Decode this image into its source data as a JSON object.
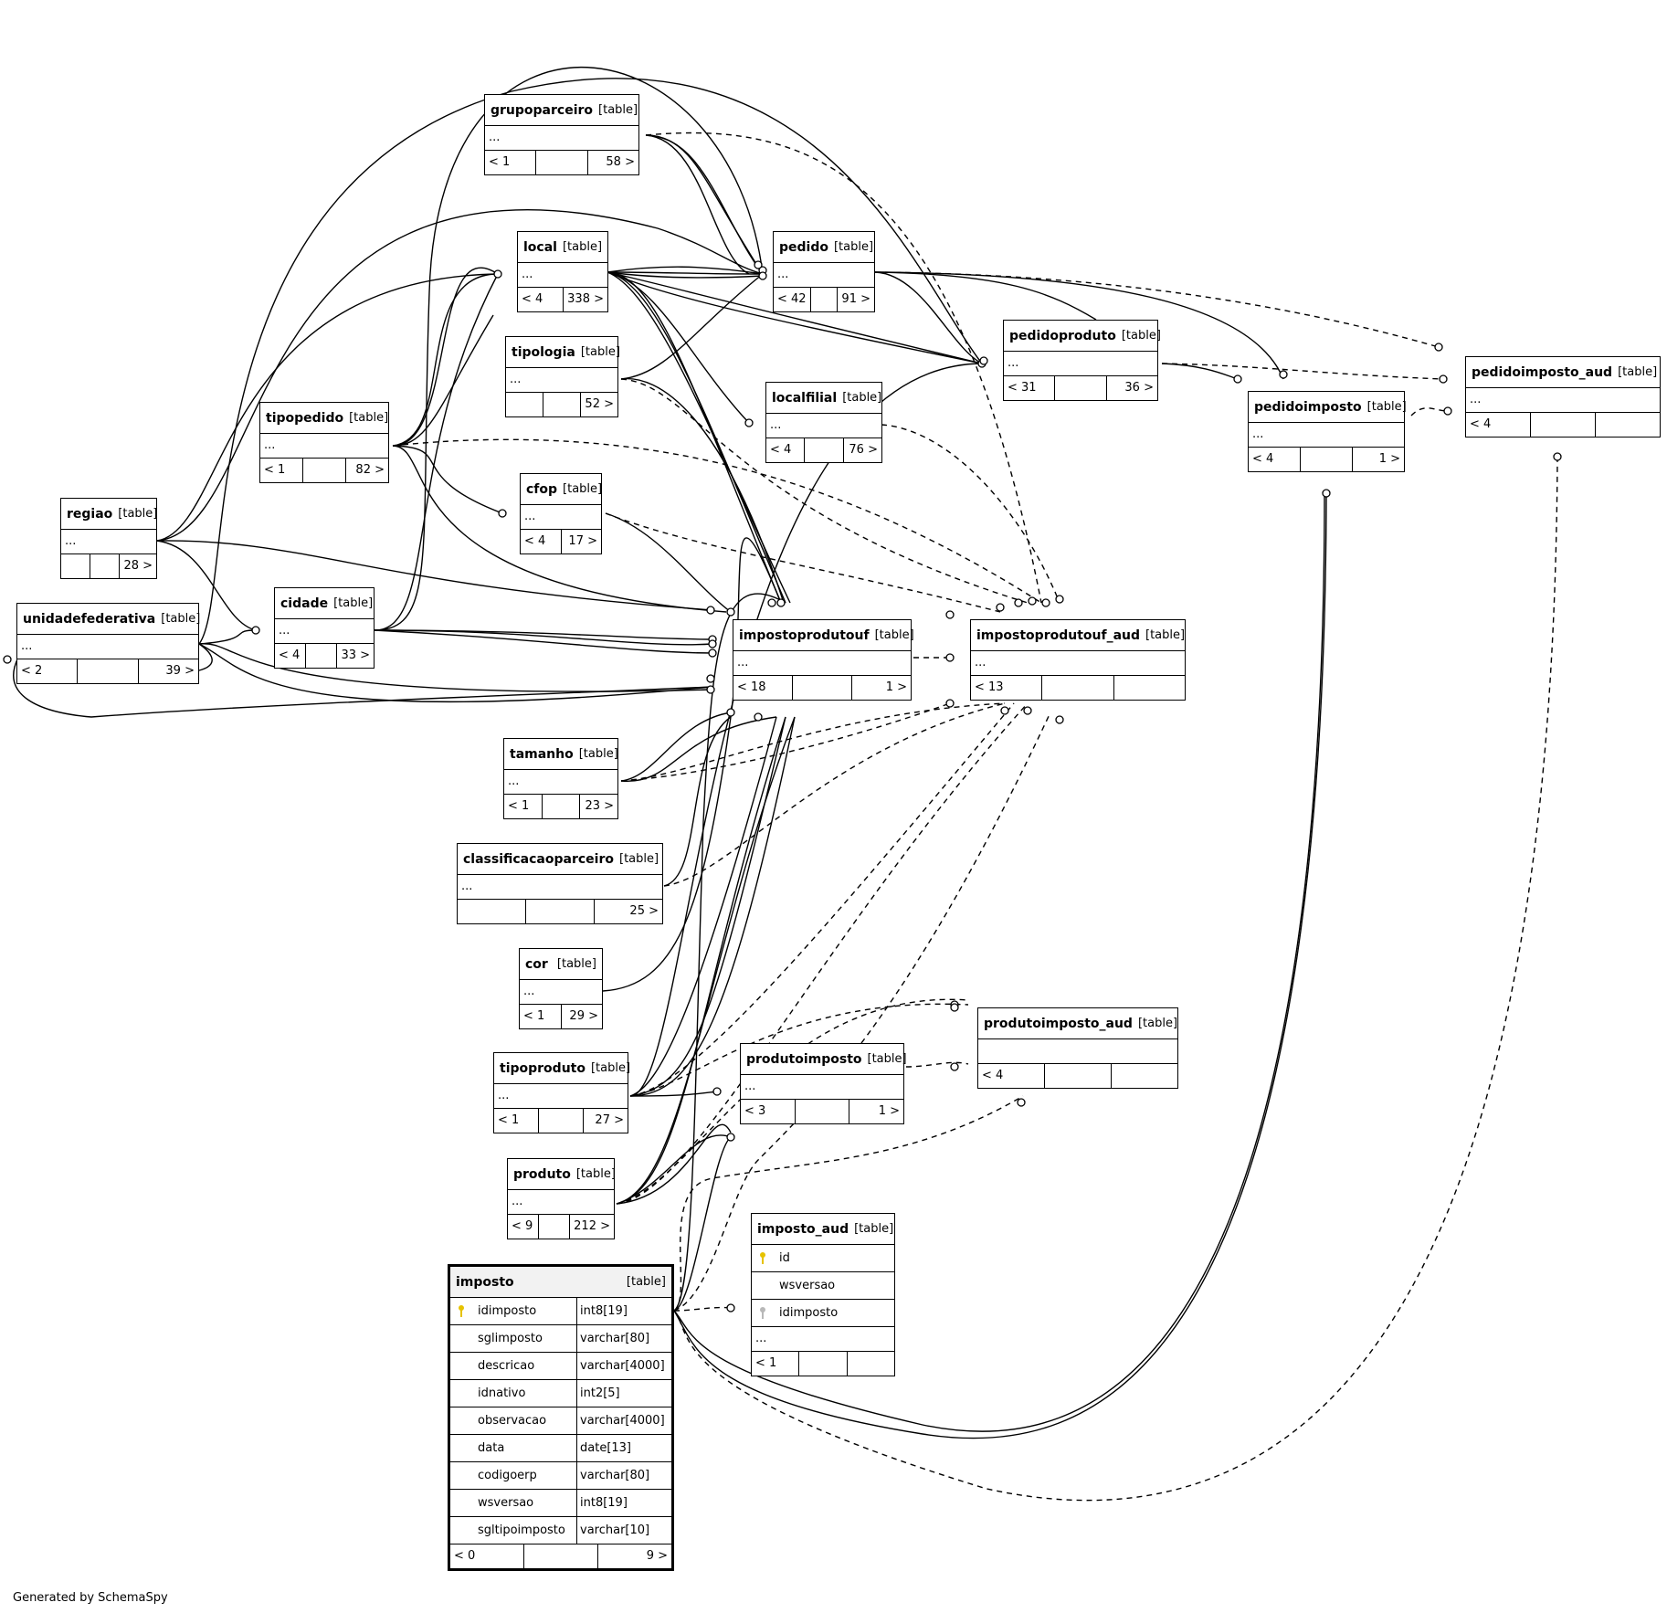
{
  "footer": "Generated by SchemaSpy",
  "type_label": "[table]",
  "tables": {
    "grupoparceiro": {
      "name": "grupoparceiro",
      "ell": "...",
      "left": "< 1",
      "mid": "",
      "right": "58 >"
    },
    "local": {
      "name": "local",
      "ell": "...",
      "left": "< 4",
      "mid": "",
      "right": "338 >"
    },
    "pedido": {
      "name": "pedido",
      "ell": "...",
      "left": "< 42",
      "mid": "",
      "right": "91 >"
    },
    "tipologia": {
      "name": "tipologia",
      "ell": "...",
      "left": "",
      "mid": "",
      "right": "52 >"
    },
    "localfilial": {
      "name": "localfilial",
      "ell": "...",
      "left": "< 4",
      "mid": "",
      "right": "76 >"
    },
    "pedidoproduto": {
      "name": "pedidoproduto",
      "ell": "...",
      "left": "< 31",
      "mid": "",
      "right": "36 >"
    },
    "pedidoimposto": {
      "name": "pedidoimposto",
      "ell": "...",
      "left": "< 4",
      "mid": "",
      "right": "1 >"
    },
    "pedidoimposto_aud": {
      "name": "pedidoimposto_aud",
      "ell": "...",
      "left": "< 4",
      "mid": "",
      "right": ""
    },
    "tipopedido": {
      "name": "tipopedido",
      "ell": "...",
      "left": "< 1",
      "mid": "",
      "right": "82 >"
    },
    "cfop": {
      "name": "cfop",
      "ell": "...",
      "left": "< 4",
      "mid": "",
      "right": "17 >"
    },
    "regiao": {
      "name": "regiao",
      "ell": "...",
      "left": "",
      "mid": "",
      "right": "28 >"
    },
    "unidadefederativa": {
      "name": "unidadefederativa",
      "ell": "...",
      "left": "< 2",
      "mid": "",
      "right": "39 >"
    },
    "cidade": {
      "name": "cidade",
      "ell": "...",
      "left": "< 4",
      "mid": "",
      "right": "33 >"
    },
    "impostoprodutouf": {
      "name": "impostoprodutouf",
      "ell": "...",
      "left": "< 18",
      "mid": "",
      "right": "1 >"
    },
    "impostoprodutouf_aud": {
      "name": "impostoprodutouf_aud",
      "ell": "...",
      "left": "< 13",
      "mid": "",
      "right": ""
    },
    "tamanho": {
      "name": "tamanho",
      "ell": "...",
      "left": "< 1",
      "mid": "",
      "right": "23 >"
    },
    "classificacaoparceiro": {
      "name": "classificacaoparceiro",
      "ell": "...",
      "left": "",
      "mid": "",
      "right": "25 >"
    },
    "cor": {
      "name": "cor",
      "ell": "...",
      "left": "< 1",
      "mid": "",
      "right": "29 >"
    },
    "tipoproduto": {
      "name": "tipoproduto",
      "ell": "...",
      "left": "< 1",
      "mid": "",
      "right": "27 >"
    },
    "produtoimposto": {
      "name": "produtoimposto",
      "ell": "...",
      "left": "< 3",
      "mid": "",
      "right": "1 >"
    },
    "produtoimposto_aud": {
      "name": "produtoimposto_aud",
      "ell": "",
      "left": "< 4",
      "mid": "",
      "right": ""
    },
    "produto": {
      "name": "produto",
      "ell": "...",
      "left": "< 9",
      "mid": "",
      "right": "212 >"
    },
    "imposto_aud": {
      "name": "imposto_aud",
      "ell": "...",
      "left": "< 1",
      "mid": "",
      "right": "",
      "columns": [
        {
          "name": "id",
          "key": "pk"
        },
        {
          "name": "wsversao",
          "key": ""
        },
        {
          "name": "idimposto",
          "key": "fk"
        }
      ]
    },
    "imposto": {
      "name": "imposto",
      "left": "< 0",
      "mid": "",
      "right": "9 >",
      "columns": [
        {
          "name": "idimposto",
          "type": "int8[19]",
          "key": "pk"
        },
        {
          "name": "sglimposto",
          "type": "varchar[80]",
          "key": ""
        },
        {
          "name": "descricao",
          "type": "varchar[4000]",
          "key": ""
        },
        {
          "name": "idnativo",
          "type": "int2[5]",
          "key": ""
        },
        {
          "name": "observacao",
          "type": "varchar[4000]",
          "key": ""
        },
        {
          "name": "data",
          "type": "date[13]",
          "key": ""
        },
        {
          "name": "codigoerp",
          "type": "varchar[80]",
          "key": ""
        },
        {
          "name": "wsversao",
          "type": "int8[19]",
          "key": ""
        },
        {
          "name": "sgltipoimposto",
          "type": "varchar[10]",
          "key": ""
        }
      ]
    }
  }
}
